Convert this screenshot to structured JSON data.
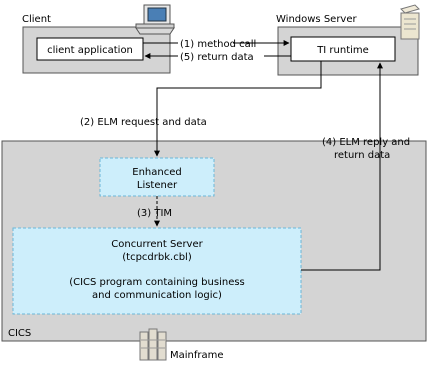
{
  "client": {
    "title": "Client",
    "app_label": "client application",
    "icon": "desktop-computer-icon"
  },
  "server": {
    "title": "Windows Server",
    "runtime_label": "TI runtime",
    "icon": "server-tower-icon"
  },
  "cics": {
    "title": "CICS",
    "listener_line1": "Enhanced",
    "listener_line2": "Listener",
    "concurrent_line1": "Concurrent Server",
    "concurrent_line2": "(tcpcdrbk.cbl)",
    "concurrent_line3": "(CICS program containing business",
    "concurrent_line4": "and communication logic)"
  },
  "mainframe": {
    "label": "Mainframe",
    "icon": "mainframe-icon"
  },
  "flows": {
    "method_call": "(1) method call",
    "return_data": "(5) return data",
    "elm_request": "(2) ELM request and data",
    "tim": "(3) TIM",
    "elm_reply_line1": "(4) ELM reply and",
    "elm_reply_line2": "return data"
  },
  "colors": {
    "container_fill": "#d4d4d4",
    "component_fill": "#cdeefb",
    "component_border": "#6ab7d8",
    "line": "#000000"
  }
}
